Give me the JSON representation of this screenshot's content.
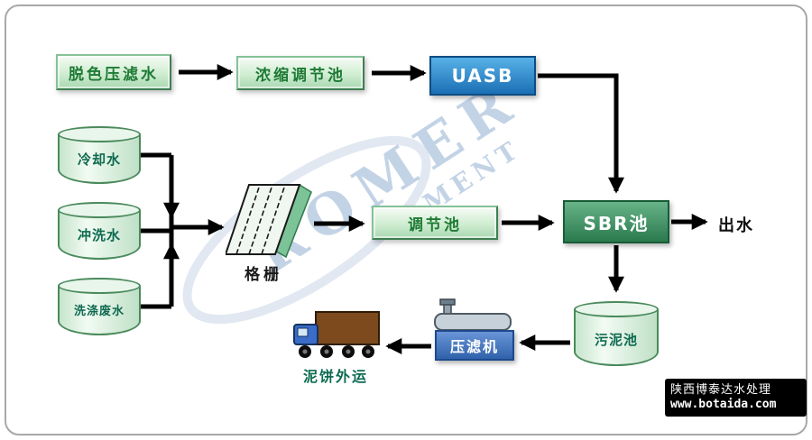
{
  "nodes": {
    "decolor_press_water": {
      "label": "脱色压滤水"
    },
    "concentrate_tank": {
      "label": "浓缩调节池"
    },
    "uasb": {
      "label": "UASB"
    },
    "cooling_water": {
      "label": "冷却水"
    },
    "rinse_water": {
      "label": "冲洗水"
    },
    "washing_wastewater": {
      "label": "洗涤废水"
    },
    "screen": {
      "label": "格栅"
    },
    "regulating_tank": {
      "label": "调节池"
    },
    "sbr_tank": {
      "label": "SBR池"
    },
    "effluent": {
      "label": "出水"
    },
    "sludge_tank": {
      "label": "污泥池"
    },
    "filter_press": {
      "label": "压滤机"
    },
    "sludge_cake_out": {
      "label": "泥饼外运"
    }
  },
  "watermark": {
    "primary": "ROMER",
    "secondary": "MENT"
  },
  "footer": {
    "company": "陕西博泰达水处理",
    "website": "www.botaida.com"
  },
  "colors": {
    "uasb_blue": "#1b6fb4",
    "sbr_green": "#2a7a4e",
    "press_blue": "#2f62ab",
    "box_green_face": "#d0edd1",
    "box_green_border": "#3f7f52",
    "cylinder_green": "#e9f6ec",
    "arrow_black": "#000000",
    "truck_cargo_brown": "#7c4a1d",
    "truck_cab_blue": "#3a6cc8",
    "watermark_blue": "#8fb2d4",
    "footer_bg": "#000000"
  }
}
